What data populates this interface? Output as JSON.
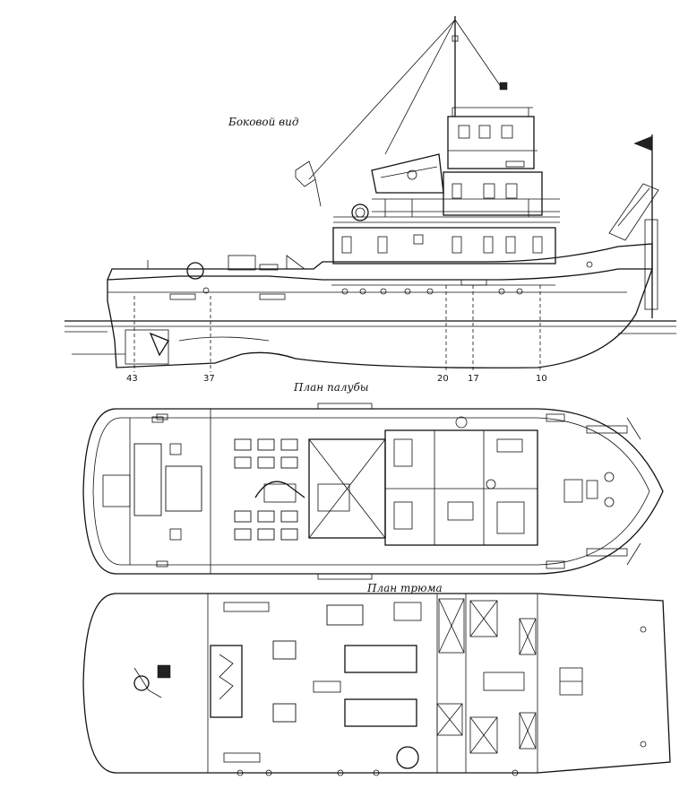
{
  "labels": {
    "side_view": "Боковой вид",
    "deck_plan": "План палубы",
    "hold_plan": "План трюма"
  },
  "frame_numbers": [
    "43",
    "37",
    "20",
    "17",
    "10"
  ],
  "colors": {
    "ink": "#111111",
    "paper": "#ffffff"
  }
}
